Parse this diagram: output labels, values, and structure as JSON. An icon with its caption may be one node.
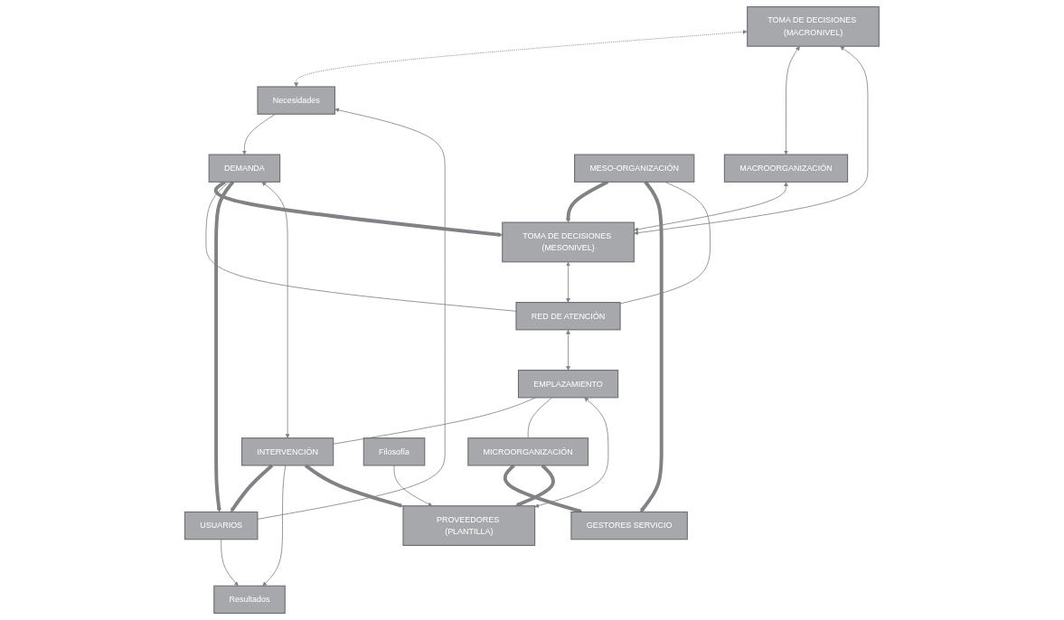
{
  "diagram": {
    "nodes": [
      {
        "text": [
          "TOMA DE DECISIONES (MACRONIVEL)"
        ]
      },
      {
        "text": [
          "Necesidades"
        ]
      },
      {
        "text": [
          "MACROORGANIZACIÓN"
        ]
      },
      {
        "text": [
          "TOMA DE DECISIONES (MESONIVEL)"
        ]
      },
      {
        "text": [
          "DEMANDA"
        ]
      },
      {
        "text": [
          "MESO-ORGANIZACIÓN"
        ]
      },
      {
        "text": [
          "RED DE ATENCIÓN"
        ]
      },
      {
        "text": [
          "USUARIOS"
        ]
      },
      {
        "text": [
          "GESTORES SERVICIO"
        ]
      },
      {
        "text": [
          "EMPLAZAMIENTO"
        ]
      },
      {
        "text": [
          "INTERVENCIÓN"
        ]
      },
      {
        "text": [
          "MICROORGANIZACIÓN"
        ]
      },
      {
        "text": [
          "PROVEEDORES (PLANTILLA)"
        ]
      },
      {
        "text": [
          "Resultados"
        ]
      },
      {
        "text": [
          "Filosofía"
        ]
      }
    ],
    "edges": [
      {
        "from": 0,
        "to": 1,
        "arrow": "both",
        "style": "dashed"
      },
      {
        "from": 0,
        "to": 2,
        "arrow": "both"
      },
      {
        "from": 0,
        "to": 3,
        "arrow": "both"
      },
      {
        "from": 2,
        "to": 3,
        "arrow": "both"
      },
      {
        "from": 1,
        "to": 4,
        "arrow": "to"
      },
      {
        "from": 4,
        "to": 3,
        "arrow": "to",
        "style": "thick"
      },
      {
        "from": 5,
        "to": 3,
        "arrow": "to",
        "style": "thick"
      },
      {
        "from": 5,
        "to": 8,
        "arrow": "to",
        "style": "thick"
      },
      {
        "from": 4,
        "to": 6,
        "arrow": "none"
      },
      {
        "from": 5,
        "to": 6,
        "arrow": "none"
      },
      {
        "from": 3,
        "to": 6,
        "arrow": "both"
      },
      {
        "from": 4,
        "to": 7,
        "arrow": "to",
        "style": "thick"
      },
      {
        "from": 7,
        "to": 1,
        "arrow": "to"
      },
      {
        "from": 6,
        "to": 9,
        "arrow": "both"
      },
      {
        "from": 4,
        "to": 10,
        "arrow": "both"
      },
      {
        "from": 10,
        "to": 7,
        "arrow": "to",
        "style": "thick"
      },
      {
        "from": 9,
        "to": 10,
        "arrow": "none"
      },
      {
        "from": 9,
        "to": 11,
        "arrow": "none"
      },
      {
        "from": 11,
        "to": 8,
        "arrow": "to",
        "style": "thick"
      },
      {
        "from": 10,
        "to": 13,
        "arrow": "to"
      },
      {
        "from": 7,
        "to": 13,
        "arrow": "to"
      },
      {
        "from": 10,
        "to": 12,
        "arrow": "to",
        "style": "thick"
      },
      {
        "from": 11,
        "to": 12,
        "arrow": "to",
        "style": "thick"
      },
      {
        "from": 9,
        "to": 12,
        "arrow": "both"
      },
      {
        "from": 14,
        "to": 12,
        "arrow": "to"
      }
    ]
  }
}
